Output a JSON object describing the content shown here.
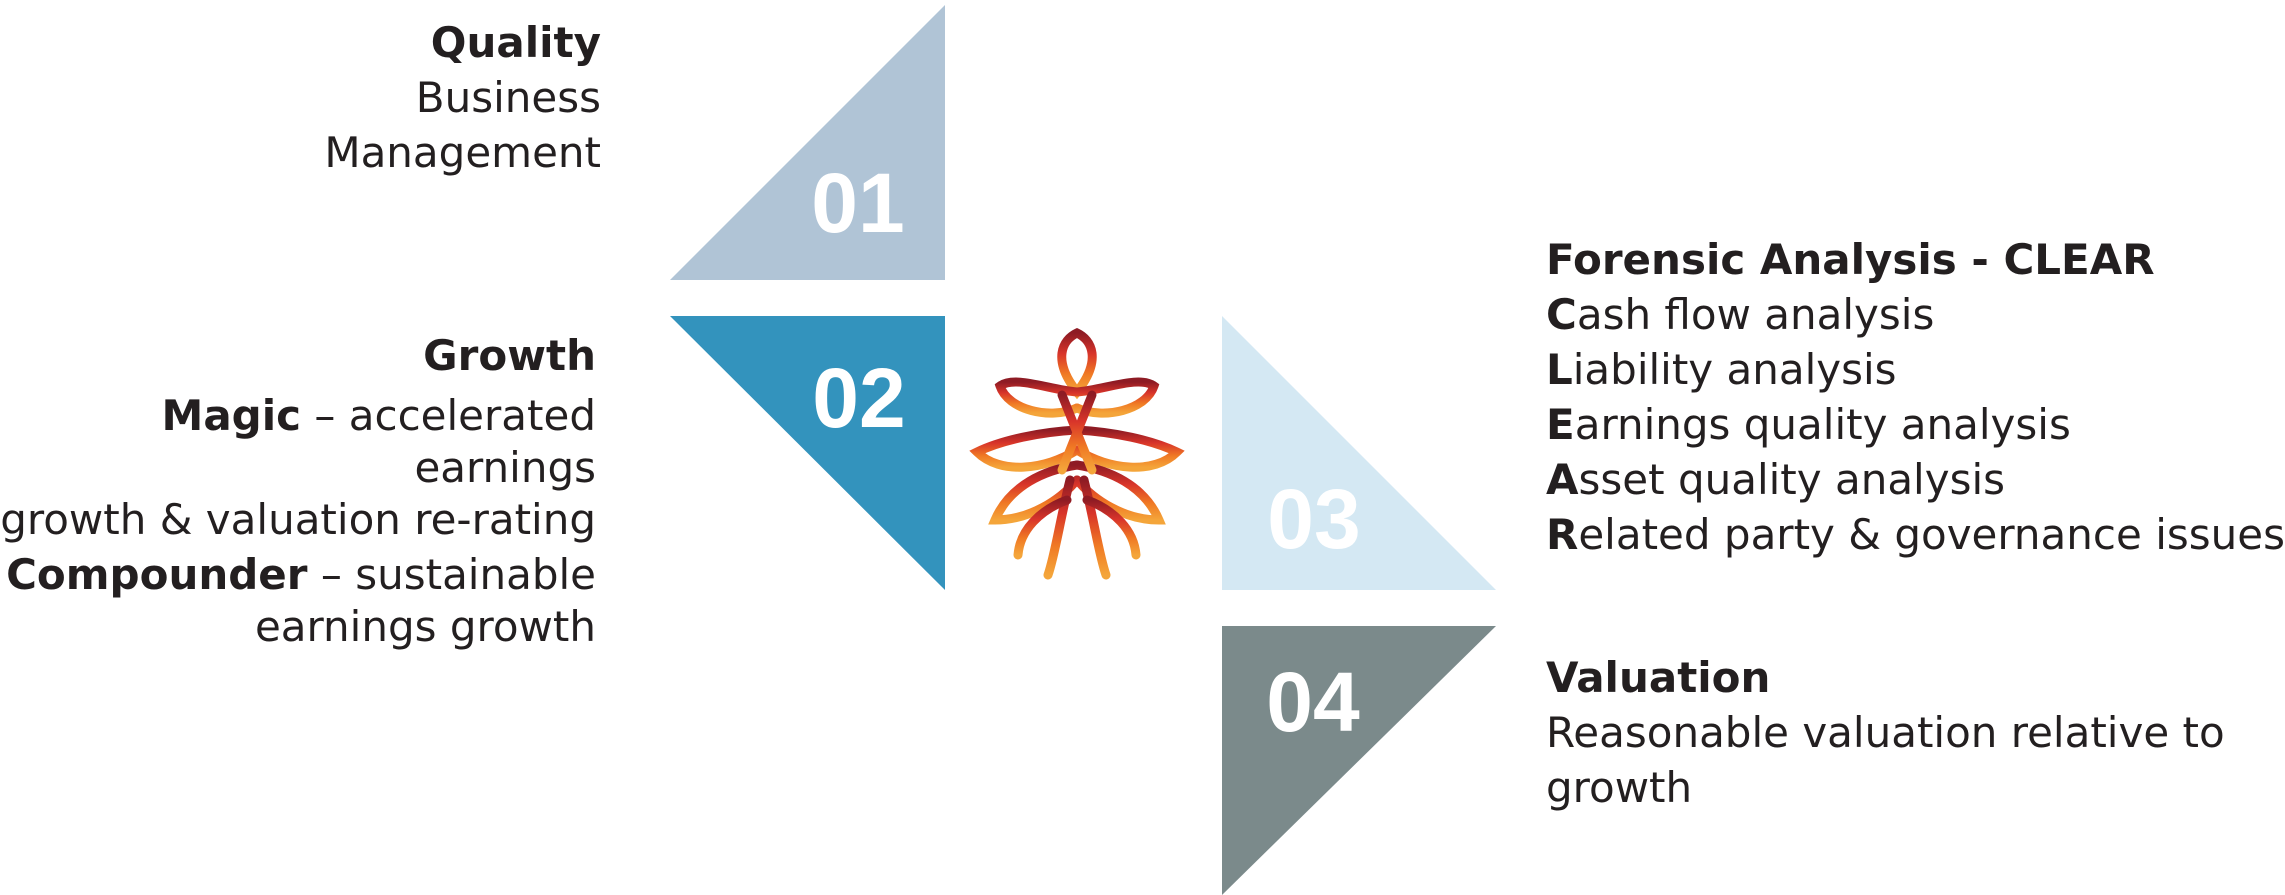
{
  "quadrants": [
    {
      "number": "01",
      "color": "#b0c4d6"
    },
    {
      "number": "02",
      "color": "#3393bd"
    },
    {
      "number": "03",
      "color": "#d4e8f3"
    },
    {
      "number": "04",
      "color": "#7b8a8b"
    }
  ],
  "logo": {
    "name": "tree-knot-icon",
    "colors": [
      "#8e1b24",
      "#d8342a",
      "#f07a24",
      "#f4a53a"
    ]
  },
  "quality": {
    "title": "Quality",
    "lines": [
      "Business",
      "Management"
    ]
  },
  "growth": {
    "title": "Growth",
    "magic": {
      "term": "Magic",
      "desc_line1": " – accelerated earnings",
      "desc_line2": "growth & valuation re-rating"
    },
    "compounder": {
      "term": "Compounder",
      "desc_line1": " – sustainable",
      "desc_line2": "earnings growth"
    }
  },
  "forensic": {
    "title": "Forensic Analysis - CLEAR",
    "items": [
      {
        "initial": "C",
        "rest": "ash flow analysis"
      },
      {
        "initial": "L",
        "rest": "iability analysis"
      },
      {
        "initial": "E",
        "rest": "arnings quality analysis"
      },
      {
        "initial": "A",
        "rest": "sset quality analysis"
      },
      {
        "initial": "R",
        "rest": "elated party & governance issues"
      }
    ]
  },
  "valuation": {
    "title": "Valuation",
    "lines": [
      "Reasonable valuation relative to",
      "growth"
    ]
  }
}
